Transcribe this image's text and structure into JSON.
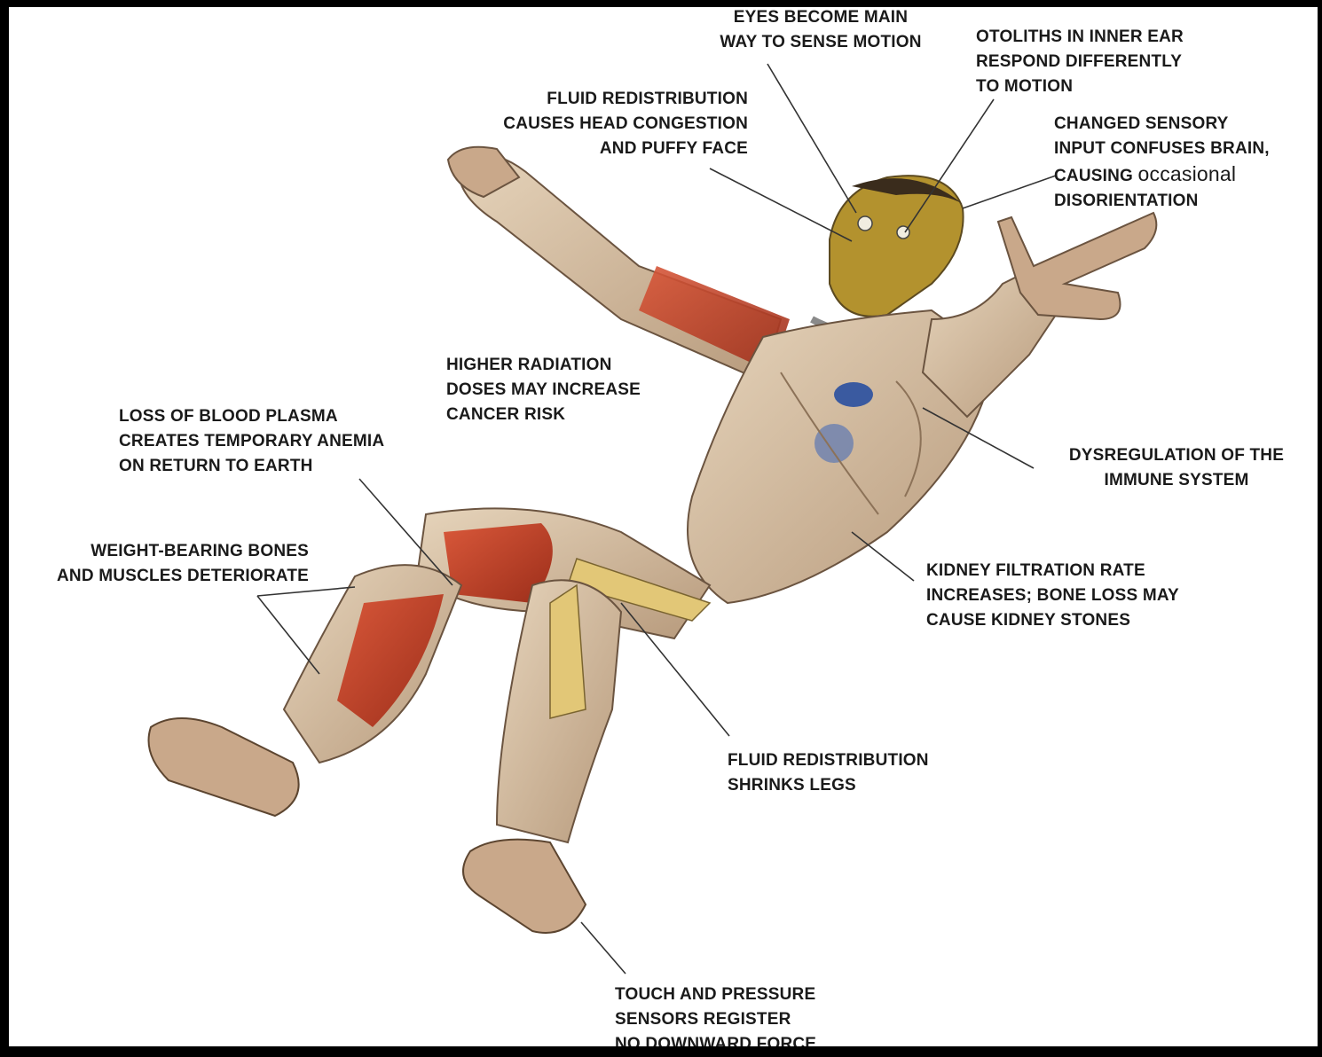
{
  "labels": {
    "eyes": [
      "EYES BECOME MAIN",
      "WAY TO SENSE MOTION"
    ],
    "otoliths": [
      "OTOLITHS IN INNER EAR",
      "RESPOND DIFFERENTLY",
      "TO MOTION"
    ],
    "fluid_head": [
      "FLUID REDISTRIBUTION",
      "CAUSES HEAD CONGESTION",
      "AND  PUFFY FACE"
    ],
    "sensory": [
      "CHANGED SENSORY",
      "INPUT CONFUSES BRAIN,",
      "CAUSING",
      "occasional",
      "DISORIENTATION"
    ],
    "radiation": [
      "HIGHER RADIATION",
      "DOSES MAY INCREASE",
      "CANCER RISK"
    ],
    "plasma": [
      "LOSS OF BLOOD PLASMA",
      "CREATES TEMPORARY ANEMIA",
      "ON RETURN TO EARTH"
    ],
    "immune": [
      "DYSREGULATION OF THE",
      "IMMUNE SYSTEM"
    ],
    "bones": [
      "WEIGHT-BEARING BONES",
      "AND MUSCLES DETERIORATE"
    ],
    "kidney": [
      "KIDNEY FILTRATION RATE",
      "INCREASES; BONE LOSS MAY",
      "CAUSE KIDNEY STONES"
    ],
    "fluid_legs": [
      "FLUID REDISTRIBUTION",
      "SHRINKS LEGS"
    ],
    "touch": [
      "TOUCH AND PRESSURE",
      "SENSORS REGISTER",
      "NO DOWNWARD FORCE"
    ]
  },
  "colors": {
    "suit": "#d9c3a6",
    "suit_shade": "#a88a6c",
    "muscle": "#c8472a",
    "bone": "#e6cf6a",
    "skin": "#b89a3a",
    "leader": "#333333"
  }
}
